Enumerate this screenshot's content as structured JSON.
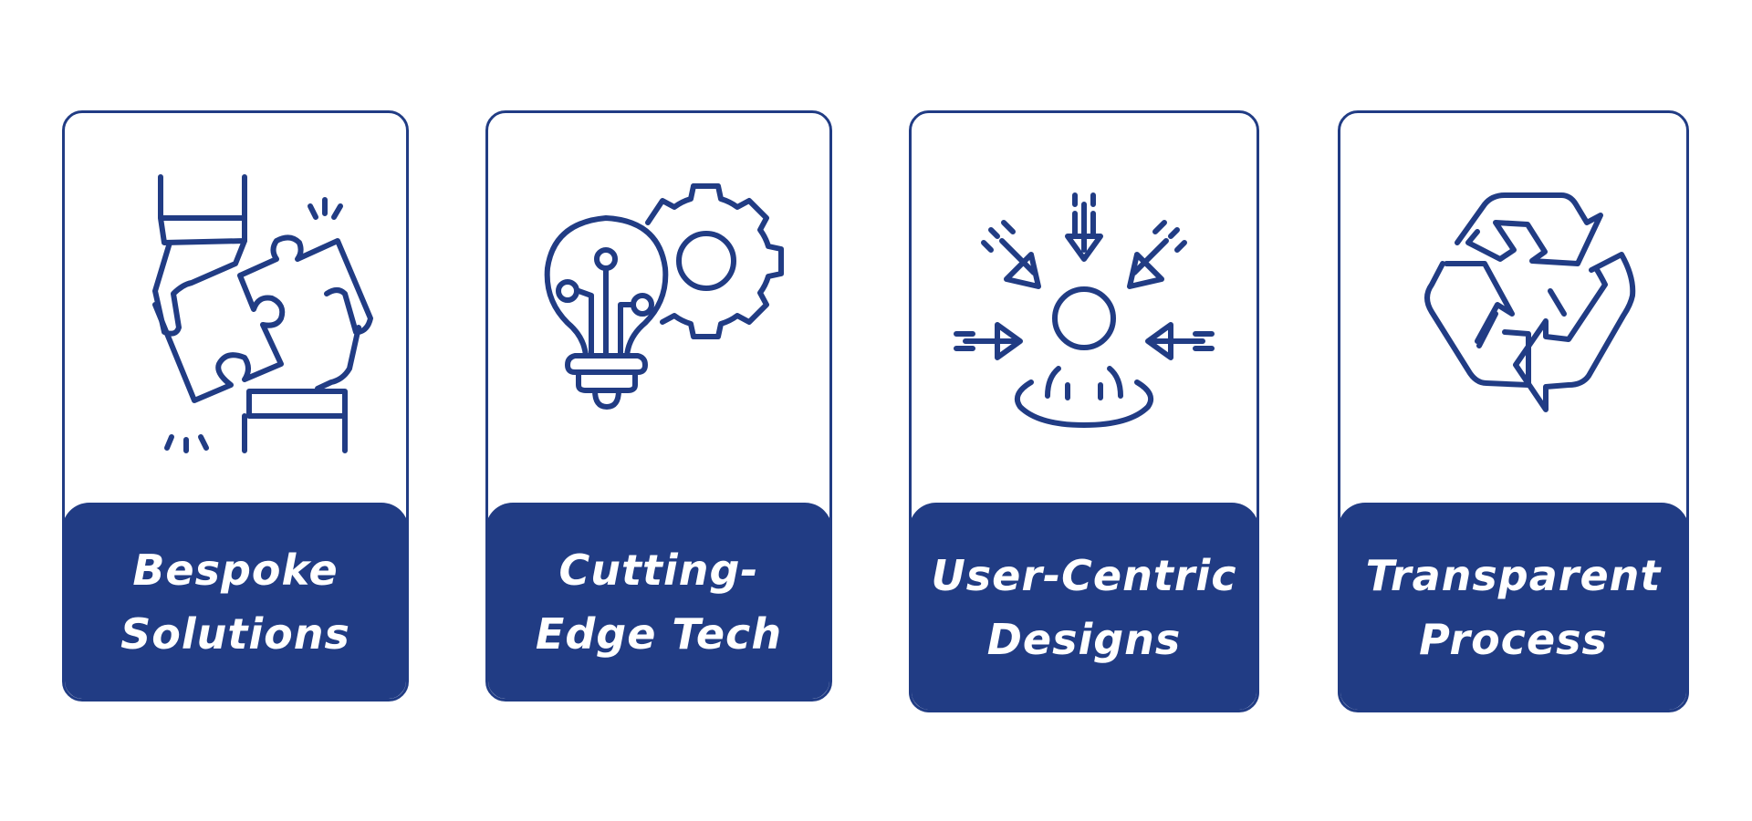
{
  "colors": {
    "primary": "#213c84",
    "background": "#ffffff",
    "label_text": "#ffffff"
  },
  "cards": [
    {
      "icon": "puzzle-hands-icon",
      "label_line1": "Bespoke",
      "label_line2": "Solutions"
    },
    {
      "icon": "lightbulb-gear-icon",
      "label_line1": "Cutting-",
      "label_line2": "Edge Tech"
    },
    {
      "icon": "user-focus-arrows-icon",
      "label_line1": "User-Centric",
      "label_line2": "Designs"
    },
    {
      "icon": "recycle-arrows-icon",
      "label_line1": "Transparent",
      "label_line2": "Process"
    }
  ]
}
